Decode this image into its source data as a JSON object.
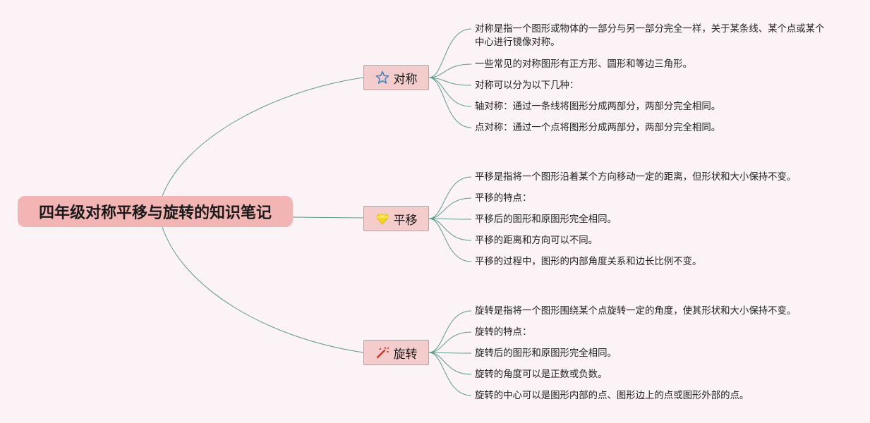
{
  "root": {
    "title": "四年级对称平移与旋转的知识笔记"
  },
  "branches": [
    {
      "label": "对称",
      "icon": "star-icon",
      "items": [
        "对称是指一个图形或物体的一部分与另一部分完全一样，关于某条线、某个点或某个中心进行镜像对称。",
        "一些常见的对称图形有正方形、圆形和等边三角形。",
        "对称可以分为以下几种：",
        "轴对称：通过一条线将图形分成两部分，两部分完全相同。",
        "点对称：通过一个点将图形分成两部分，两部分完全相同。"
      ]
    },
    {
      "label": "平移",
      "icon": "diamond-icon",
      "items": [
        "平移是指将一个图形沿着某个方向移动一定的距离，但形状和大小保持不变。",
        "平移的特点：",
        "平移后的图形和原图形完全相同。",
        "平移的距离和方向可以不同。",
        "平移的过程中，图形的内部角度关系和边长比例不变。"
      ]
    },
    {
      "label": "旋转",
      "icon": "magic-wand-icon",
      "items": [
        "旋转是指将一个图形围绕某个点旋转一定的角度，使其形状和大小保持不变。",
        "旋转的特点：",
        "旋转后的图形和原图形完全相同。",
        "旋转的角度可以是正数或负数。",
        "旋转的中心可以是图形内部的点、图形边上的点或图形外部的点。"
      ]
    }
  ],
  "colors": {
    "line": "#5c9a8c",
    "root_bg": "#f2b5b4",
    "topic_bg": "#f4cccb"
  }
}
